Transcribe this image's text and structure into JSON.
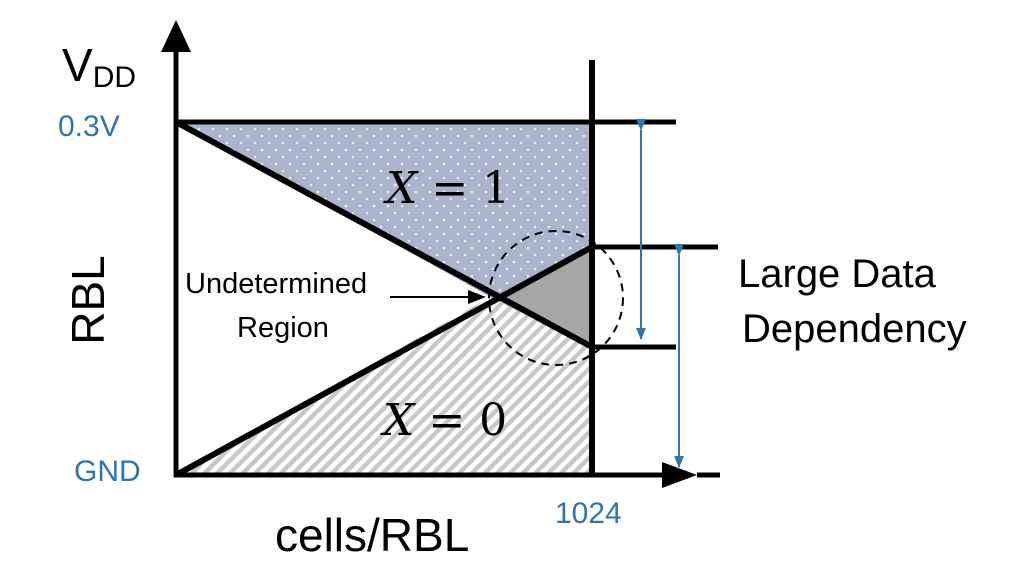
{
  "axes": {
    "y_title": "RBL",
    "y_top_main": "V",
    "y_top_sub": "DD",
    "y_high": "0.3V",
    "y_low": "GND",
    "x_title": "cells/RBL",
    "x_max": "1024"
  },
  "regions": {
    "x1": {
      "var": "X",
      "rest": " = 1"
    },
    "x0": {
      "var": "X",
      "rest": " = 0"
    },
    "undetermined_line1": "Undetermined",
    "undetermined_line2": "Region"
  },
  "annotation": {
    "line1": "Large Data",
    "line2": "Dependency"
  },
  "colors": {
    "accent_blue": "#2e75b6",
    "x1_fill": "#aab5cb",
    "x0_hatch": "#c8c8c8",
    "undetermined_fill": "#a6a6a6"
  }
}
